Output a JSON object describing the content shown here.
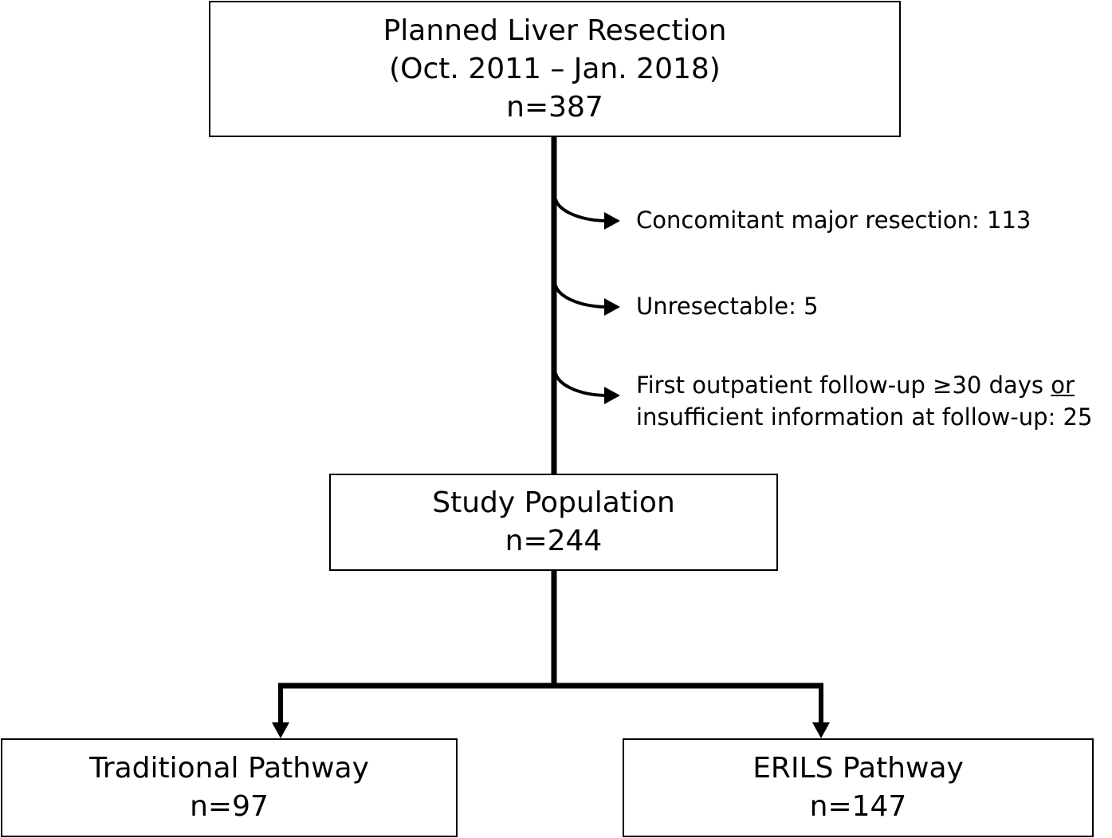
{
  "boxes": {
    "top": {
      "line1": "Planned Liver Resection",
      "line2": "(Oct. 2011 – Jan. 2018)",
      "line3": "n=387"
    },
    "middle": {
      "line1": "Study Population",
      "line2": "n=244"
    },
    "left": {
      "line1": "Traditional Pathway",
      "line2": "n=97"
    },
    "right": {
      "line1": "ERILS Pathway",
      "line2": "n=147"
    }
  },
  "exclusions": [
    {
      "text": "Concomitant major resection: 113"
    },
    {
      "text": "Unresectable: 5"
    },
    {
      "line1_a": "First outpatient follow-up ≥30 days ",
      "line1_b": "or",
      "line2": "insufficient information at follow-up: 25"
    }
  ]
}
